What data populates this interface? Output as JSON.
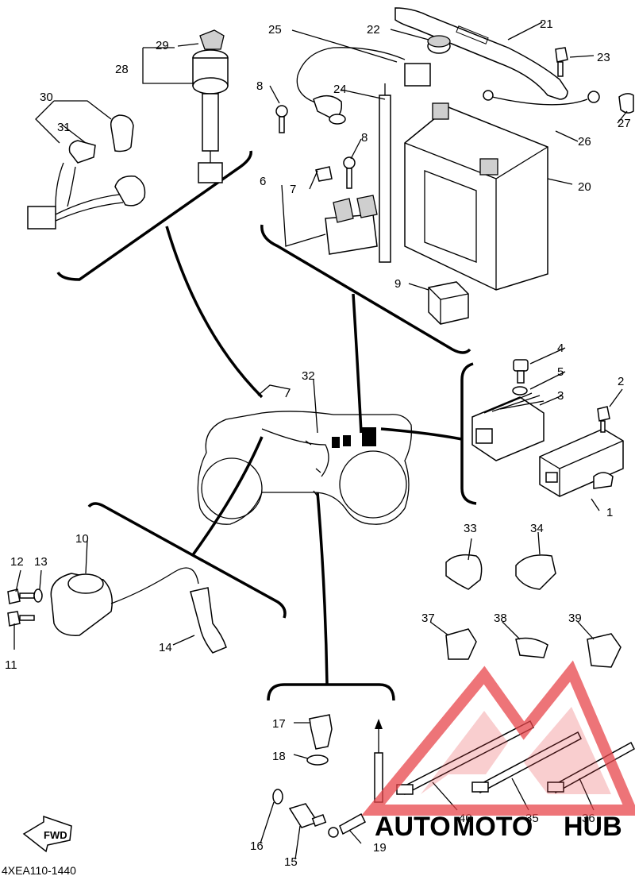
{
  "diagram": {
    "code": "4XEA110-1440",
    "fwd": "FWD",
    "parts": [
      {
        "id": "1",
        "label": "1"
      },
      {
        "id": "2",
        "label": "2"
      },
      {
        "id": "3",
        "label": "3"
      },
      {
        "id": "4",
        "label": "4"
      },
      {
        "id": "5",
        "label": "5"
      },
      {
        "id": "6",
        "label": "6"
      },
      {
        "id": "7",
        "label": "7"
      },
      {
        "id": "8a",
        "label": "8"
      },
      {
        "id": "8b",
        "label": "8"
      },
      {
        "id": "9",
        "label": "9"
      },
      {
        "id": "10",
        "label": "10"
      },
      {
        "id": "11",
        "label": "11"
      },
      {
        "id": "12",
        "label": "12"
      },
      {
        "id": "13",
        "label": "13"
      },
      {
        "id": "14",
        "label": "14"
      },
      {
        "id": "15",
        "label": "15"
      },
      {
        "id": "16",
        "label": "16"
      },
      {
        "id": "17",
        "label": "17"
      },
      {
        "id": "18",
        "label": "18"
      },
      {
        "id": "19",
        "label": "19"
      },
      {
        "id": "20",
        "label": "20"
      },
      {
        "id": "21",
        "label": "21"
      },
      {
        "id": "22",
        "label": "22"
      },
      {
        "id": "23",
        "label": "23"
      },
      {
        "id": "24",
        "label": "24"
      },
      {
        "id": "25",
        "label": "25"
      },
      {
        "id": "26",
        "label": "26"
      },
      {
        "id": "27",
        "label": "27"
      },
      {
        "id": "28",
        "label": "28"
      },
      {
        "id": "29",
        "label": "29"
      },
      {
        "id": "30",
        "label": "30"
      },
      {
        "id": "31",
        "label": "31"
      },
      {
        "id": "32",
        "label": "32"
      },
      {
        "id": "33",
        "label": "33"
      },
      {
        "id": "34",
        "label": "34"
      },
      {
        "id": "35",
        "label": "35"
      },
      {
        "id": "36",
        "label": "36"
      },
      {
        "id": "37",
        "label": "37"
      },
      {
        "id": "38",
        "label": "38"
      },
      {
        "id": "39",
        "label": "39"
      },
      {
        "id": "40",
        "label": "40"
      }
    ]
  },
  "watermark": {
    "part1": "AUTO",
    "part2": "MOTO",
    "part3": "HUB",
    "colors": {
      "auto": "#f6a13c",
      "moto": "#d7d7d7",
      "hub": "#4b4b4b",
      "logo": "#e8464b"
    }
  }
}
